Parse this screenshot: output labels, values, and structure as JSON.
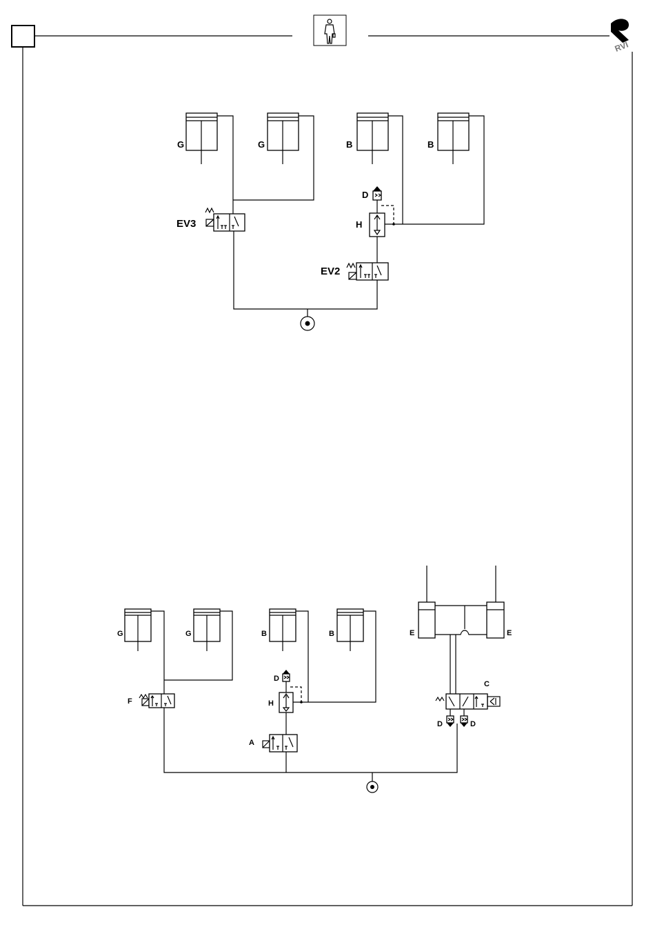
{
  "diagrams": [
    {
      "id": "top",
      "labels": {
        "cyl_g1": "G",
        "cyl_g2": "G",
        "cyl_b1": "B",
        "cyl_b2": "B",
        "silencer": "D",
        "relay_valve": "H",
        "valve_left": "EV3",
        "valve_right": "EV2"
      }
    },
    {
      "id": "bottom",
      "labels": {
        "cyl_g1": "G",
        "cyl_g2": "G",
        "cyl_b1": "B",
        "cyl_b2": "B",
        "silencer": "D",
        "relay_valve": "H",
        "valve_left": "F",
        "valve_mid": "A",
        "brake_e1": "E",
        "brake_e2": "E",
        "valve_c": "C",
        "exhaust_d1": "D",
        "exhaust_d2": "D"
      }
    }
  ],
  "header": {
    "icon": "operator-figure-icon",
    "logo": "renault-logo"
  },
  "colors": {
    "line": "#000000",
    "background": "#ffffff"
  }
}
